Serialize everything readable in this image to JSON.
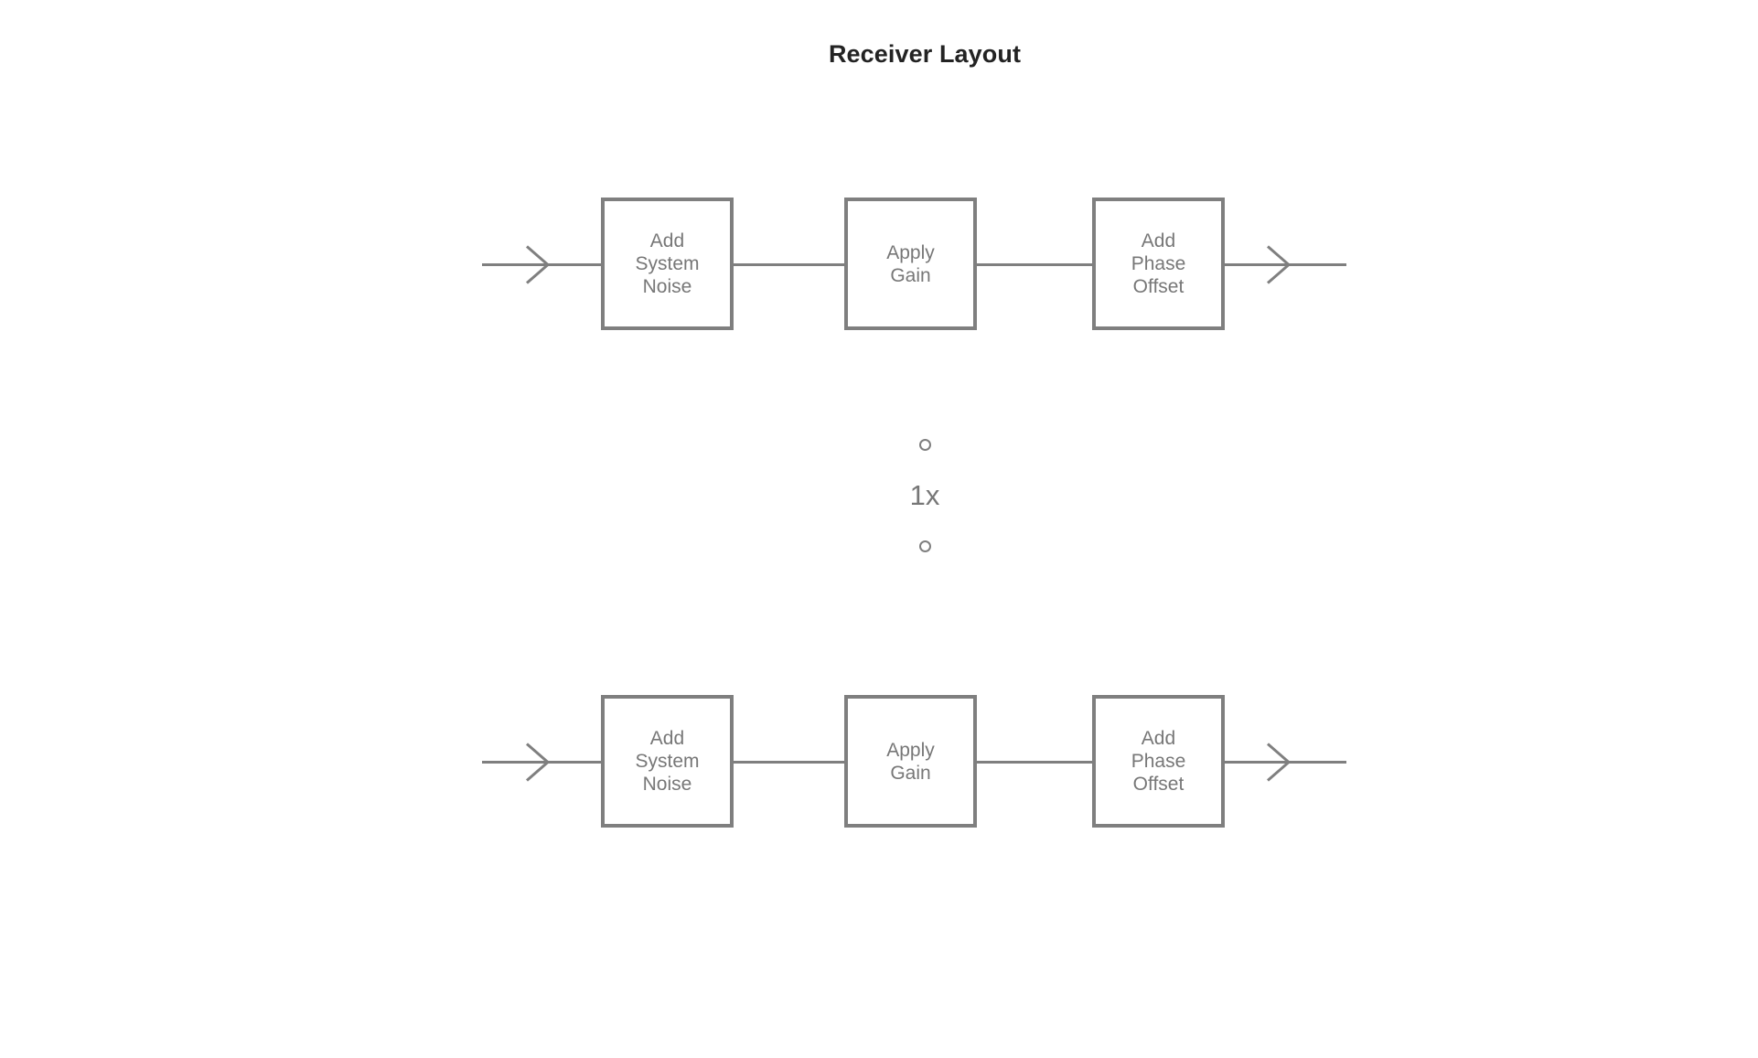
{
  "diagram": {
    "title": "Receiver Layout",
    "background_color": "#ffffff",
    "stroke_color": "#7f7f7f",
    "label_color": "#777777",
    "title_color": "#232323",
    "chains": [
      {
        "id": "receiver-chain-top",
        "input_port": "signal-in",
        "output_port": "signal-out",
        "blocks": [
          {
            "label": "Add\nSystem\nNoise"
          },
          {
            "label": "Apply\nGain"
          },
          {
            "label": "Add\nPhase\nOffset"
          }
        ]
      },
      {
        "id": "receiver-chain-bottom",
        "input_port": "signal-in",
        "output_port": "signal-out",
        "blocks": [
          {
            "label": "Add\nSystem\nNoise"
          },
          {
            "label": "Apply\nGain"
          },
          {
            "label": "Add\nPhase\nOffset"
          }
        ]
      }
    ],
    "multiplier": {
      "value": "1x",
      "dot_top": "",
      "dot_bottom": ""
    }
  }
}
